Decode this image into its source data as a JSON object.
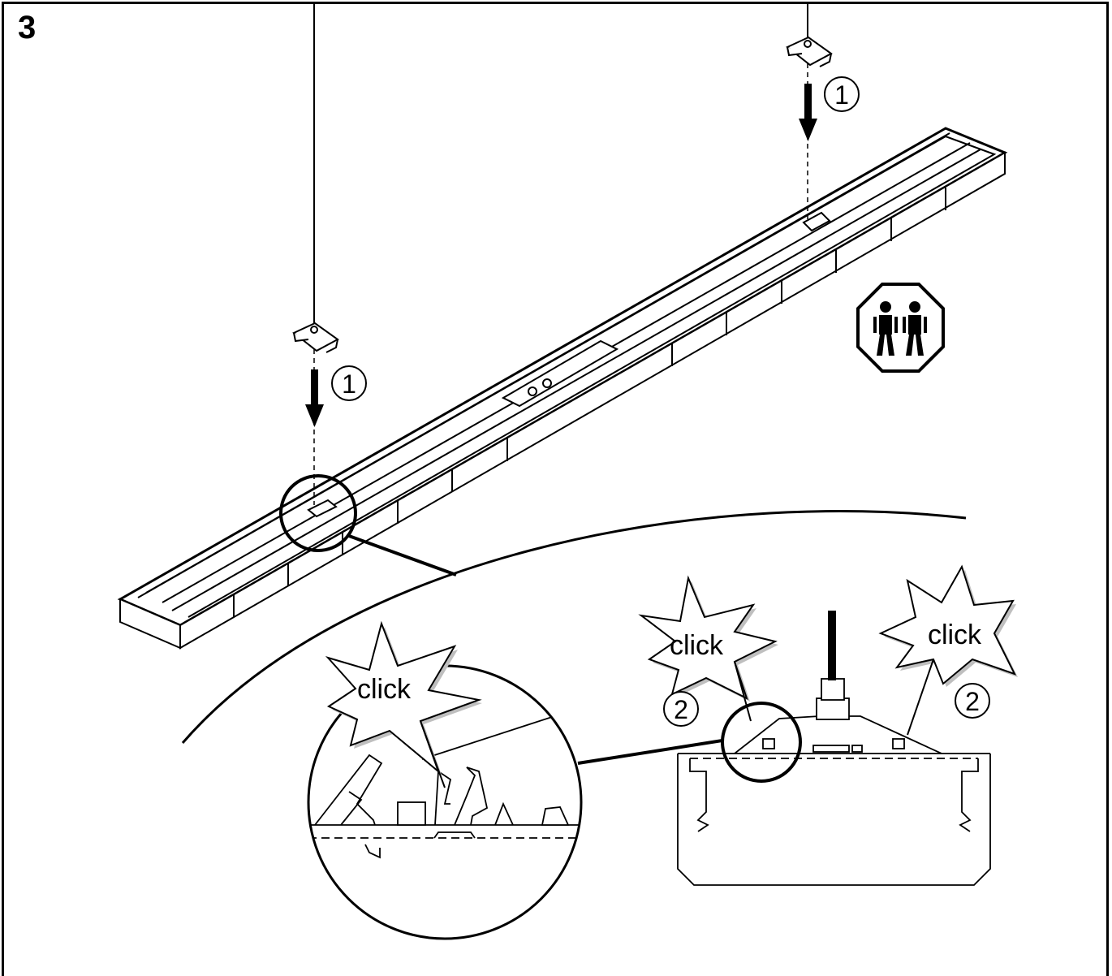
{
  "step": {
    "number": "3"
  },
  "labels": {
    "step_one": "1",
    "step_two": "2",
    "click": "click"
  },
  "icons": {
    "two_person": "two-person-lift-icon",
    "click_burst": "click-burst-icon",
    "down_arrow": "down-arrow-icon"
  },
  "colors": {
    "ink": "#000000",
    "shadow": "#bfbfbf",
    "paper": "#ffffff"
  }
}
